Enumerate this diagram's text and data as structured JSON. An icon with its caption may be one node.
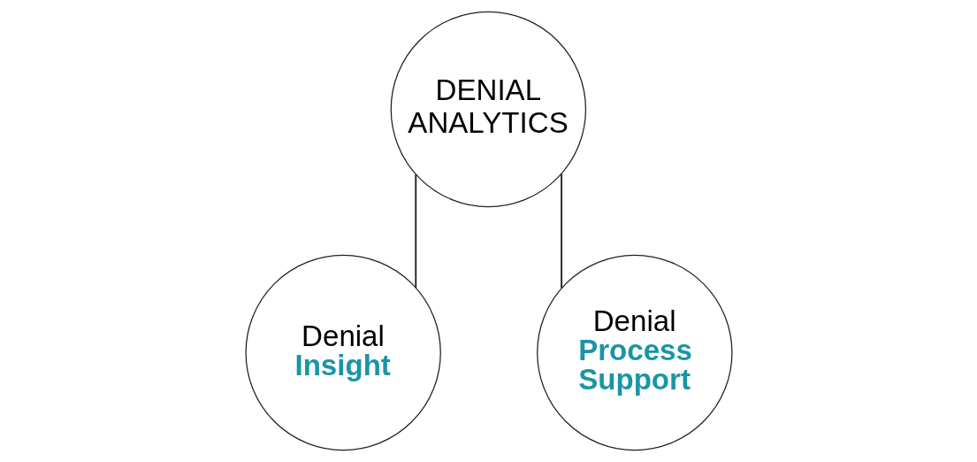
{
  "diagram": {
    "nodes": [
      {
        "text": [
          "DENIAL ANALYTICS"
        ]
      },
      {
        "text": [
          "Denial **Insight**"
        ]
      },
      {
        "text": [
          "Denial **Process Support**"
        ]
      }
    ],
    "edges": [
      {
        "from": 0,
        "to": 1,
        "arrow": "none"
      },
      {
        "from": 0,
        "to": 2,
        "arrow": "none"
      }
    ]
  }
}
